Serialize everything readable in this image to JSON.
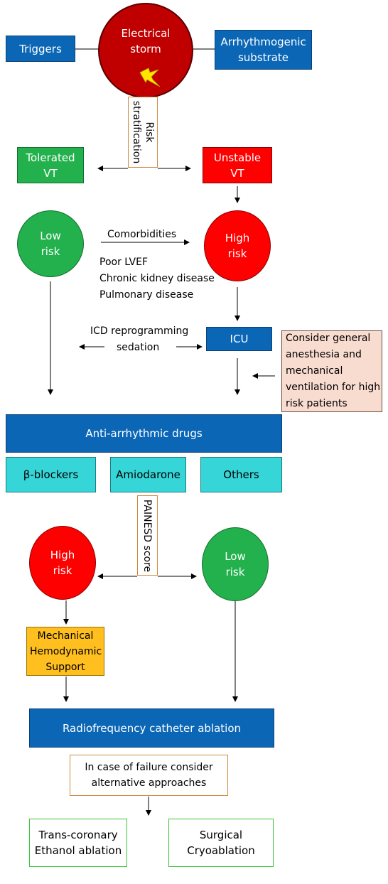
{
  "nodes": {
    "triggers": "Triggers",
    "electrical_storm": "Electrical storm",
    "arrhythmogenic_substrate": "Arrhythmogenic substrate",
    "risk_stratification": "Risk stratification",
    "tolerated_vt": "Tolerated VT",
    "unstable_vt": "Unstable VT",
    "low_risk_1": "Low risk",
    "high_risk_1": "High risk",
    "comorbidities": "Comorbidities",
    "comorbidity_items": [
      "Poor LVEF",
      "Chronic kidney disease",
      "Pulmonary disease"
    ],
    "icd_reprogramming": "ICD reprogramming",
    "sedation": "sedation",
    "icu": "ICU",
    "general_anesthesia": "Consider general anesthesia and mechanical ventilation for high risk patients",
    "anti_arrhythmic_drugs": "Anti-arrhythmic drugs",
    "beta_blockers": "β-blockers",
    "amiodarone": "Amiodarone",
    "others": "Others",
    "painesd_score": "PAINESD score",
    "high_risk_2": "High risk",
    "low_risk_2": "Low risk",
    "mechanical_support": "Mechanical Hemodynamic Support",
    "rf_ablation": "Radiofrequency catheter ablation",
    "failure_note": "In case of failure consider alternative approaches",
    "trans_coronary": "Trans-coronary Ethanol ablation",
    "surgical_cryo": "Surgical Cryoablation"
  },
  "colors": {
    "blue": "#0b67b6",
    "green": "#22b14c",
    "red": "#ff0000",
    "dark_red": "#c00000",
    "cyan": "#35d5d8",
    "orange": "#ffbf1f",
    "peach": "#f9dcd0",
    "bolt": "#ffe500"
  }
}
